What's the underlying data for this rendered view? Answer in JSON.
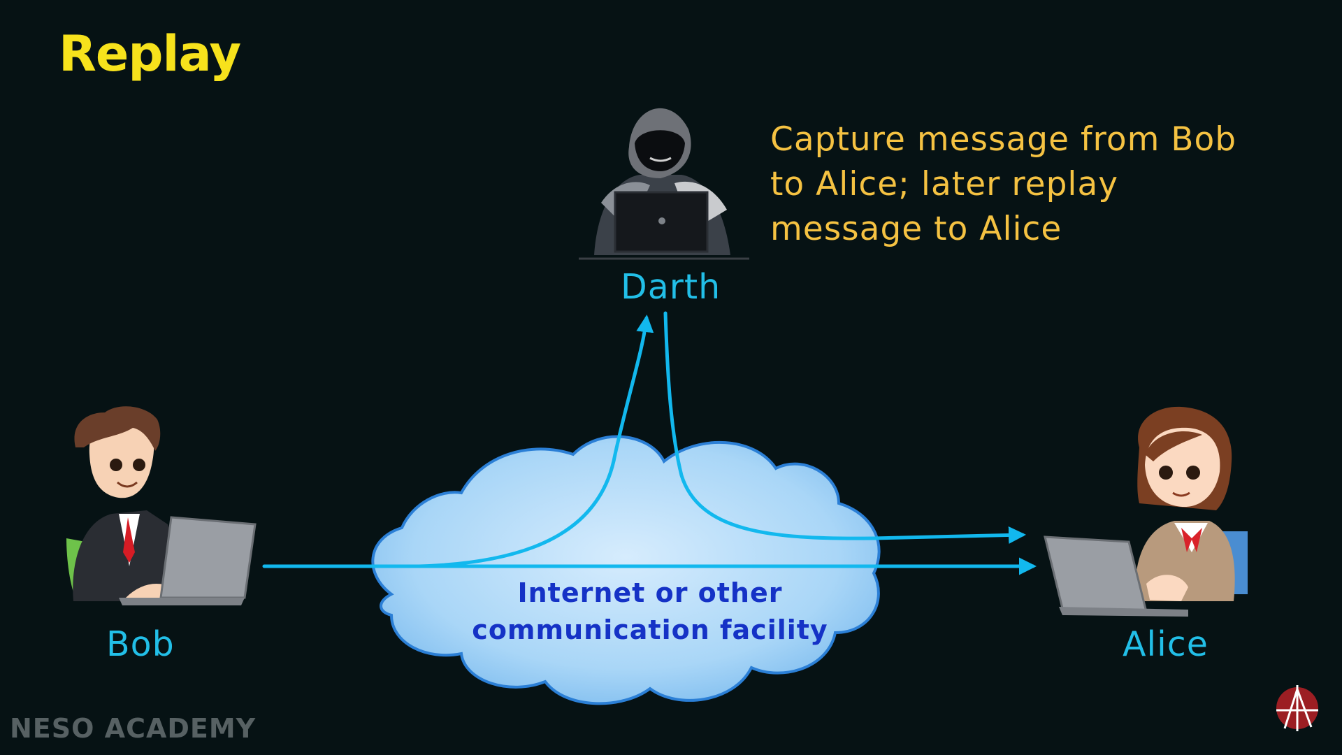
{
  "slide": {
    "title": "Replay",
    "description": "Capture message from Bob\nto Alice; later replay\nmessage to Alice"
  },
  "people": {
    "attacker": "Darth",
    "sender": "Bob",
    "receiver": "Alice"
  },
  "network": {
    "caption": "Internet or other\ncommunication facility"
  },
  "branding": {
    "watermark": "NESO ACADEMY"
  },
  "colors": {
    "background": "#061214",
    "title": "#f7e21c",
    "description": "#f5c242",
    "labels": "#22bfe8",
    "arrows": "#12b8ee",
    "cloud_caption": "#1532c6",
    "cloud_fill": "#a9d6f7"
  }
}
